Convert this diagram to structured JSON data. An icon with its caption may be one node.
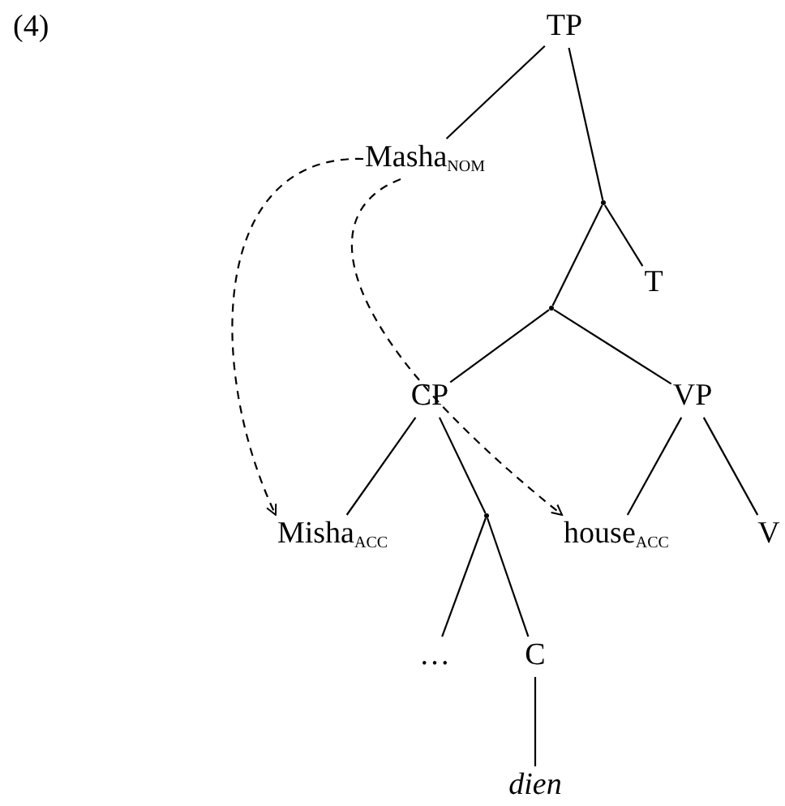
{
  "diagram": {
    "nodes": [
      {
        "text": [
          "TP"
        ]
      },
      {
        "text": [
          "Masha$_{NOM}$"
        ]
      },
      {
        "text": [],
        "shape": "point"
      },
      {
        "text": [],
        "shape": "point"
      },
      {
        "text": [
          "T"
        ]
      },
      {
        "text": [
          "CP"
        ]
      },
      {
        "text": [
          "VP"
        ]
      },
      {
        "text": [
          "Misha$_{ACC}$"
        ]
      },
      {
        "text": [],
        "shape": "point"
      },
      {
        "text": [
          "house$_{ACC}$"
        ]
      },
      {
        "text": [
          "V"
        ]
      },
      {
        "text": [
          "…"
        ]
      },
      {
        "text": [
          "C"
        ]
      },
      {
        "text": [
          "dien"
        ]
      }
    ],
    "edges": [
      {
        "from": 0,
        "to": 1,
        "arrow": "none"
      },
      {
        "from": 0,
        "to": 2,
        "arrow": "none"
      },
      {
        "from": 2,
        "to": 3,
        "arrow": "none"
      },
      {
        "from": 2,
        "to": 4,
        "arrow": "none"
      },
      {
        "from": 3,
        "to": 5,
        "arrow": "none"
      },
      {
        "from": 3,
        "to": 6,
        "arrow": "none"
      },
      {
        "from": 5,
        "to": 7,
        "arrow": "none"
      },
      {
        "from": 5,
        "to": 8,
        "arrow": "none"
      },
      {
        "from": 6,
        "to": 9,
        "arrow": "none"
      },
      {
        "from": 6,
        "to": 10,
        "arrow": "none"
      },
      {
        "from": 8,
        "to": 11,
        "arrow": "none"
      },
      {
        "from": 8,
        "to": 12,
        "arrow": "none"
      },
      {
        "from": 12,
        "to": 13,
        "arrow": "none"
      },
      {
        "from": 1,
        "to": 7,
        "arrow": "to",
        "style": "dashed"
      },
      {
        "from": 1,
        "to": 9,
        "arrow": "to",
        "style": "dashed"
      }
    ],
    "labels": [
      "(4)"
    ]
  }
}
